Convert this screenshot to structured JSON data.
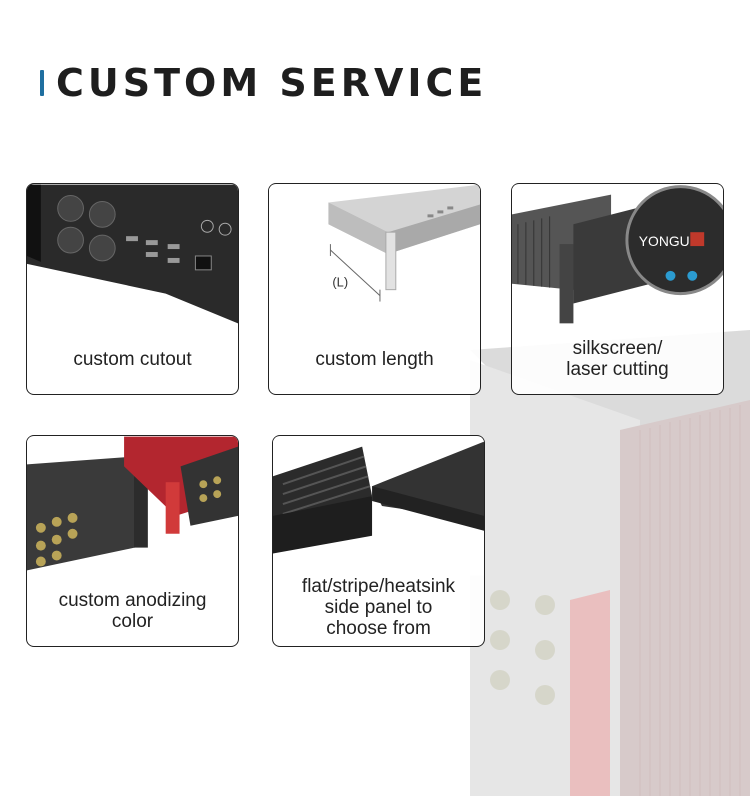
{
  "header": {
    "title": "CUSTOM SERVICE"
  },
  "cards": [
    {
      "lines": [
        "custom cutout"
      ]
    },
    {
      "lines": [
        "custom length"
      ],
      "dimension_label": "(L)"
    },
    {
      "lines": [
        "silkscreen/",
        "laser cutting"
      ],
      "logo_text": "YONGU"
    },
    {
      "lines": [
        "custom anodizing",
        "color"
      ]
    },
    {
      "lines": [
        "flat/stripe/heatsink",
        "side panel to",
        "choose from"
      ]
    }
  ],
  "colors": {
    "accent": "#1f6fa0",
    "panel_red": "#b3262f",
    "enclosure_dark": "#2b2b2b"
  }
}
